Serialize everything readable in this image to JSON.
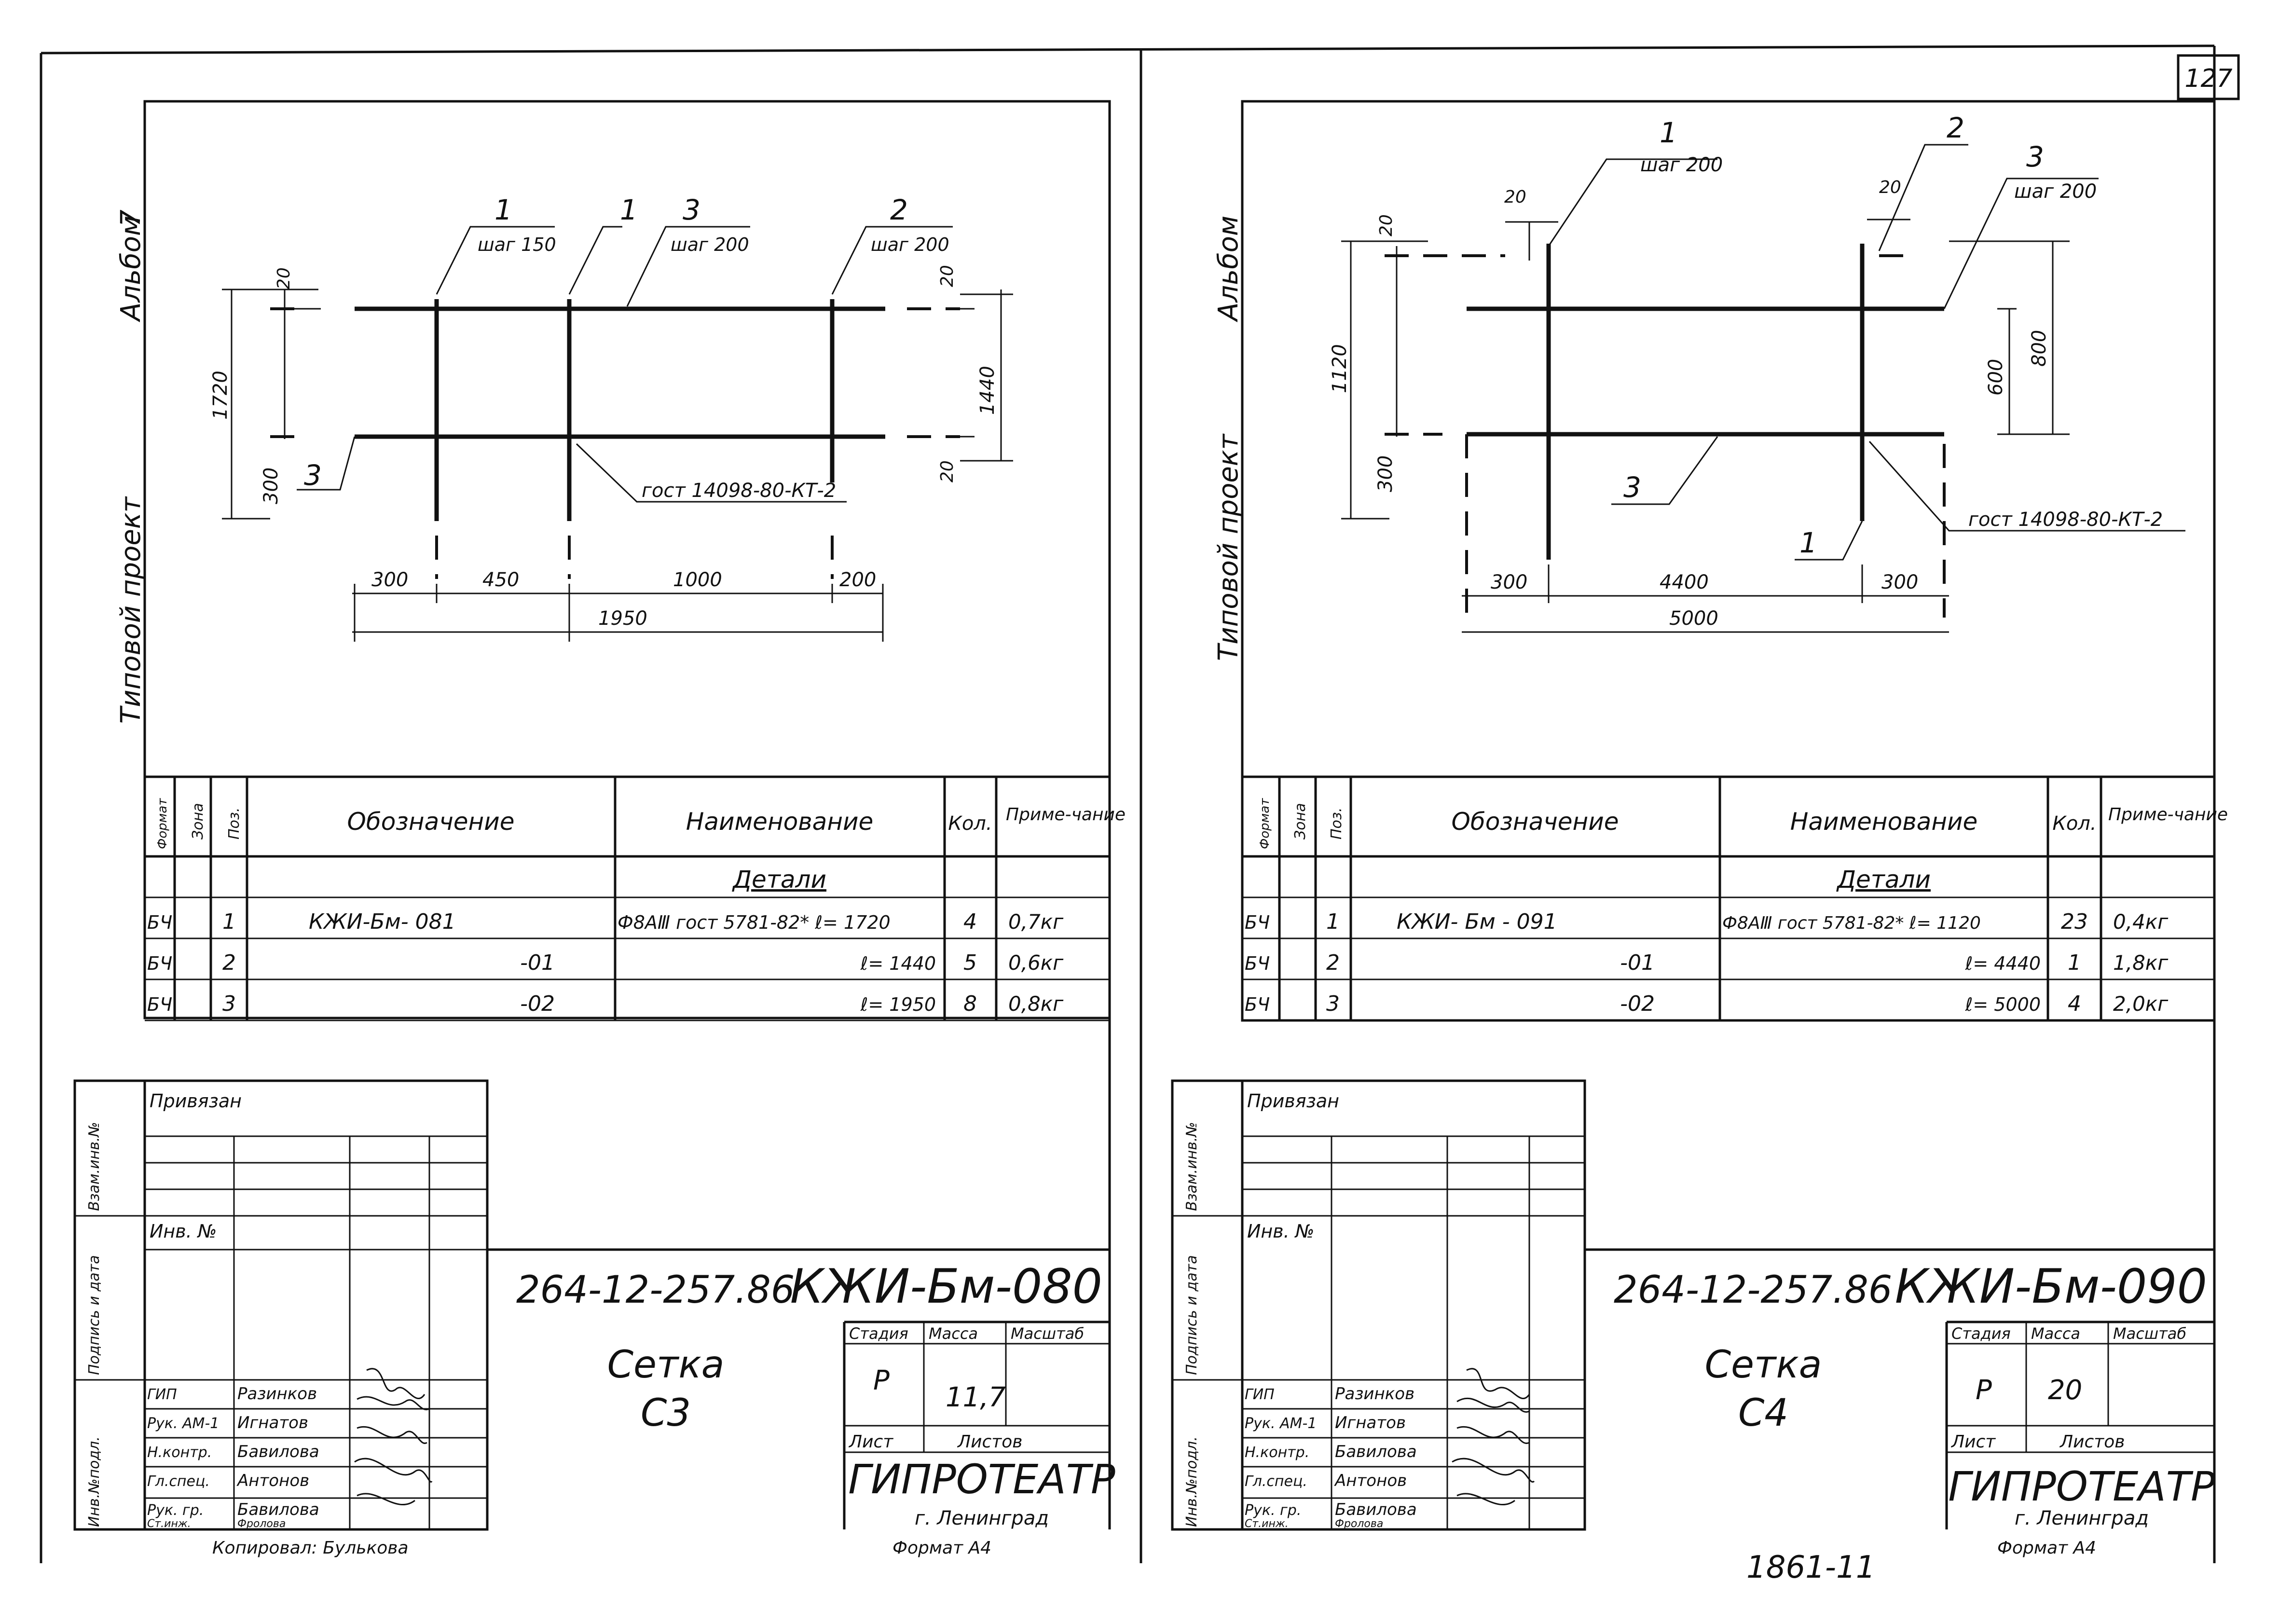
{
  "page_number": "127",
  "album_label": "Альбом",
  "album_number_left": "7",
  "project_label": "Типовой проект",
  "left": {
    "drawing": {
      "leaders": [
        {
          "pos": "1",
          "note": "шаг 150"
        },
        {
          "pos": "1",
          "note": ""
        },
        {
          "pos": "3",
          "note": "шаг 200"
        },
        {
          "pos": "2",
          "note": "шаг 200"
        }
      ],
      "pos3_label": "3",
      "gost_note": "гост 14098-80-КТ-2",
      "dims": {
        "gap20_top": "20",
        "gap20_right_top": "20",
        "gap20_right_bottom": "20",
        "height_total": "1720",
        "height_inner": "1440",
        "offset_300_v": "300",
        "w300": "300",
        "w450": "450",
        "w1000": "1000",
        "w200": "200",
        "w_total": "1950"
      }
    },
    "spec": {
      "headers": {
        "format": "Формат",
        "zone": "Зона",
        "pos": "Поз.",
        "designation": "Обозначение",
        "name": "Наименование",
        "qty": "Кол.",
        "note": "Приме-чание"
      },
      "section": "Детали",
      "rows": [
        {
          "format": "БЧ",
          "pos": "1",
          "designation": "КЖИ-Бм- 081",
          "name": "Ф8АⅢ гост 5781-82* ℓ= 1720",
          "qty": "4",
          "note": "0,7кг"
        },
        {
          "format": "БЧ",
          "pos": "2",
          "designation": "-01",
          "name": "ℓ= 1440",
          "qty": "5",
          "note": "0,6кг"
        },
        {
          "format": "БЧ",
          "pos": "3",
          "designation": "-02",
          "name": "ℓ= 1950",
          "qty": "8",
          "note": "0,8кг"
        }
      ]
    },
    "stamp": {
      "privyazan": "Привязан",
      "inv": "Инв. №",
      "side_labels": [
        "Взам.инв.№",
        "Подпись и дата",
        "Инв.№подл."
      ],
      "doc_code": "264-12-257.86",
      "doc_number": "КЖИ-Бм-080",
      "title_line1": "Сетка",
      "title_line2": "С3",
      "col_stage": "Стадия",
      "col_mass": "Масса",
      "col_scale": "Масштаб",
      "stage": "Р",
      "mass": "11,7",
      "sheet": "Лист",
      "sheets": "Листов",
      "org": "ГИПРОТЕАТР",
      "city": "г. Ленинград",
      "format": "Формат А4",
      "copied": "Копировал: Булькова",
      "people": [
        {
          "role": "ГИП",
          "name": "Разинков"
        },
        {
          "role": "Рук. АМ-1",
          "name": "Игнатов"
        },
        {
          "role": "Н.контр.",
          "name": "Бавилова"
        },
        {
          "role": "Гл.спец.",
          "name": "Антонов"
        },
        {
          "role": "Рук. гр.",
          "name": "Бавилова"
        },
        {
          "role": "Ст.инж.",
          "name": "Фролова"
        }
      ]
    }
  },
  "right": {
    "drawing": {
      "leaders": [
        {
          "pos": "1",
          "note": "шаг 200"
        },
        {
          "pos": "2",
          "note": ""
        },
        {
          "pos": "3",
          "note": "шаг 200"
        }
      ],
      "pos3_label": "3",
      "pos1_label": "1",
      "gost_note": "гост 14098-80-КТ-2",
      "dims": {
        "gap20_top_v": "20",
        "gap20_top_h": "20",
        "gap20_right": "20",
        "height_total": "1120",
        "h600": "600",
        "h800": "800",
        "offset_300_v": "300",
        "w300a": "300",
        "w4400": "4400",
        "w300b": "300",
        "w_total": "5000"
      }
    },
    "spec": {
      "headers": {
        "format": "Формат",
        "zone": "Зона",
        "pos": "Поз.",
        "designation": "Обозначение",
        "name": "Наименование",
        "qty": "Кол.",
        "note": "Приме-чание"
      },
      "section": "Детали",
      "rows": [
        {
          "format": "БЧ",
          "pos": "1",
          "designation": "КЖИ- Бм - 091",
          "name": "Ф8АⅢ гост 5781-82* ℓ= 1120",
          "qty": "23",
          "note": "0,4кг"
        },
        {
          "format": "БЧ",
          "pos": "2",
          "designation": "-01",
          "name": "ℓ= 4440",
          "qty": "1",
          "note": "1,8кг"
        },
        {
          "format": "БЧ",
          "pos": "3",
          "designation": "-02",
          "name": "ℓ= 5000",
          "qty": "4",
          "note": "2,0кг"
        }
      ]
    },
    "stamp": {
      "privyazan": "Привязан",
      "inv": "Инв. №",
      "side_labels": [
        "Взам.инв.№",
        "Подпись и дата",
        "Инв.№подл."
      ],
      "doc_code": "264-12-257.86",
      "doc_number": "КЖИ-Бм-090",
      "title_line1": "Сетка",
      "title_line2": "С4",
      "col_stage": "Стадия",
      "col_mass": "Масса",
      "col_scale": "Масштаб",
      "stage": "Р",
      "mass": "20",
      "sheet": "Лист",
      "sheets": "Листов",
      "org": "ГИПРОТЕАТР",
      "city": "г. Ленинград",
      "format": "Формат А4",
      "people": [
        {
          "role": "ГИП",
          "name": "Разинков"
        },
        {
          "role": "Рук. АМ-1",
          "name": "Игнатов"
        },
        {
          "role": "Н.контр.",
          "name": "Бавилова"
        },
        {
          "role": "Гл.спец.",
          "name": "Антонов"
        },
        {
          "role": "Рук. гр.",
          "name": "Бавилова"
        },
        {
          "role": "Ст.инж.",
          "name": "Фролова"
        }
      ]
    }
  },
  "footer_number": "1861-11"
}
